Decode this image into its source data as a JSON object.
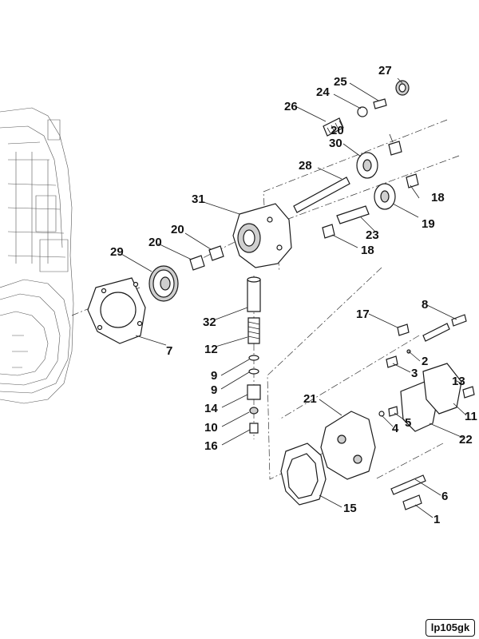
{
  "reference_code": "lp105gk",
  "callouts": [
    {
      "id": "1",
      "label": "1"
    },
    {
      "id": "2",
      "label": "2"
    },
    {
      "id": "3",
      "label": "3"
    },
    {
      "id": "4",
      "label": "4"
    },
    {
      "id": "5",
      "label": "5"
    },
    {
      "id": "6",
      "label": "6"
    },
    {
      "id": "7",
      "label": "7"
    },
    {
      "id": "8",
      "label": "8"
    },
    {
      "id": "9a",
      "label": "9"
    },
    {
      "id": "9b",
      "label": "9"
    },
    {
      "id": "10",
      "label": "10"
    },
    {
      "id": "11",
      "label": "11"
    },
    {
      "id": "12",
      "label": "12"
    },
    {
      "id": "13",
      "label": "13"
    },
    {
      "id": "14",
      "label": "14"
    },
    {
      "id": "15",
      "label": "15"
    },
    {
      "id": "16",
      "label": "16"
    },
    {
      "id": "17",
      "label": "17"
    },
    {
      "id": "18a",
      "label": "18"
    },
    {
      "id": "18b",
      "label": "18"
    },
    {
      "id": "19",
      "label": "19"
    },
    {
      "id": "20a",
      "label": "20"
    },
    {
      "id": "20b",
      "label": "20"
    },
    {
      "id": "20c",
      "label": "20"
    },
    {
      "id": "21",
      "label": "21"
    },
    {
      "id": "22",
      "label": "22"
    },
    {
      "id": "23",
      "label": "23"
    },
    {
      "id": "24",
      "label": "24"
    },
    {
      "id": "25",
      "label": "25"
    },
    {
      "id": "26",
      "label": "26"
    },
    {
      "id": "27",
      "label": "27"
    },
    {
      "id": "28",
      "label": "28"
    },
    {
      "id": "29",
      "label": "29"
    },
    {
      "id": "30",
      "label": "30"
    },
    {
      "id": "31",
      "label": "31"
    },
    {
      "id": "32",
      "label": "32"
    }
  ]
}
